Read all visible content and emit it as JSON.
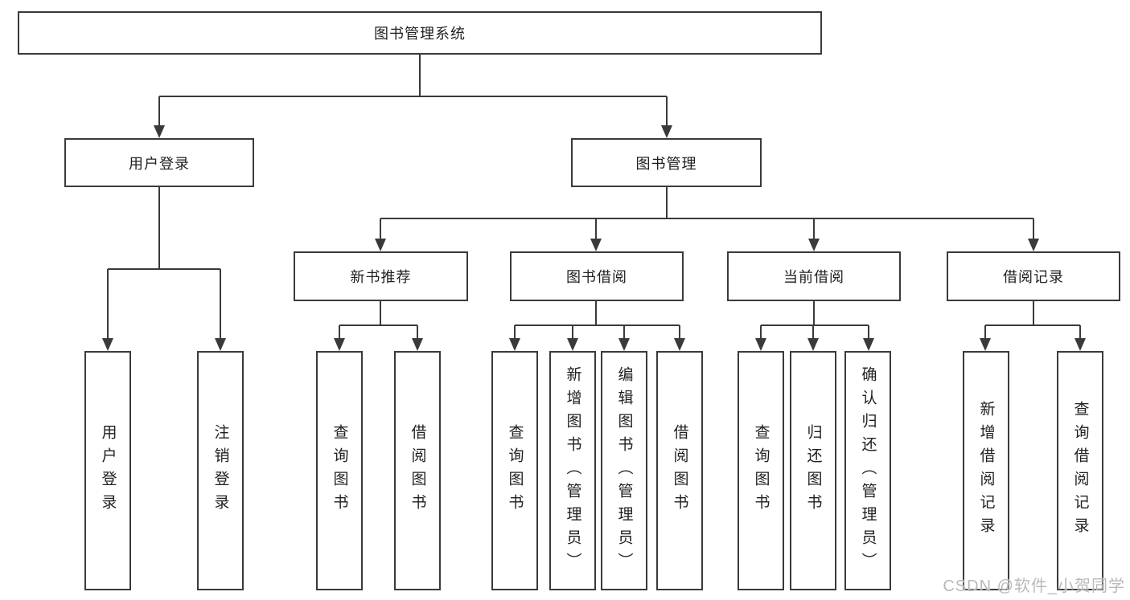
{
  "diagram": {
    "title": "图书管理系统",
    "line_color": "#3a3a3a",
    "nodes": {
      "root": "图书管理系统",
      "user_login": "用户登录",
      "book_mgmt": "图书管理",
      "new_book_rec": "新书推荐",
      "book_borrow": "图书借阅",
      "current_borrow": "当前借阅",
      "borrow_records": "借阅记录",
      "leaf_user_login": "用户登录",
      "leaf_logout": "注销登录",
      "leaf_query_book_1": "查询图书",
      "leaf_borrow_book_1": "借阅图书",
      "leaf_query_book_2": "查询图书",
      "leaf_add_book": "新增图书（管理员）",
      "leaf_edit_book": "编辑图书（管理员）",
      "leaf_borrow_book_2": "借阅图书",
      "leaf_query_book_3": "查询图书",
      "leaf_return_book": "归还图书",
      "leaf_confirm_return": "确认归还（管理员）",
      "leaf_add_record": "新增借阅记录",
      "leaf_query_record": "查询借阅记录"
    }
  },
  "watermark": "CSDN @软件_小贺同学"
}
